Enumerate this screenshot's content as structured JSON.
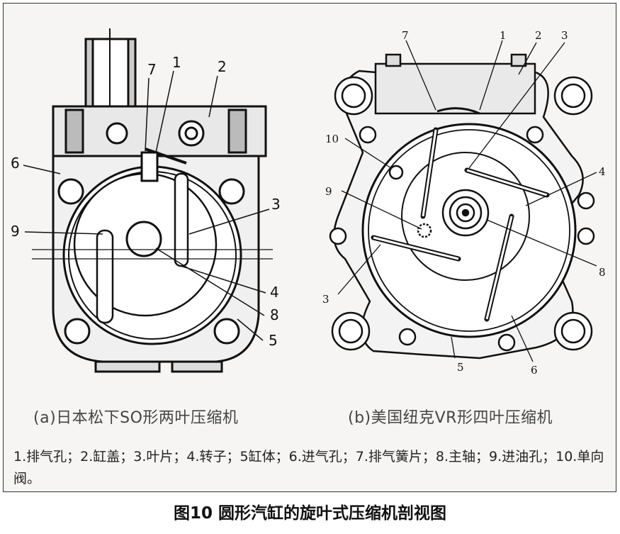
{
  "figure_a": {
    "caption": "(a)日本松下SO形两叶压缩机",
    "labels": {
      "l7": "7",
      "l1": "1",
      "l2": "2",
      "l6": "6",
      "l3": "3",
      "l9": "9",
      "l4": "4",
      "l8": "8",
      "l5": "5"
    }
  },
  "figure_b": {
    "caption": "(b)美国纽克VR形四叶压缩机",
    "labels": {
      "l7": "7",
      "l1": "1",
      "l2": "2",
      "l3a": "3",
      "l10": "10",
      "l4": "4",
      "l9": "9",
      "l8": "8",
      "l3b": "3",
      "l5": "5",
      "l6": "6"
    }
  },
  "legend": "1.排气孔；2.缸盖；3.叶片；4.转子；5缸体；6.进气孔；7.排气簧片；8.主轴；9.进油孔；10.单向阀。",
  "title": "图10 圆形汽缸的旋叶式压缩机剖视图"
}
